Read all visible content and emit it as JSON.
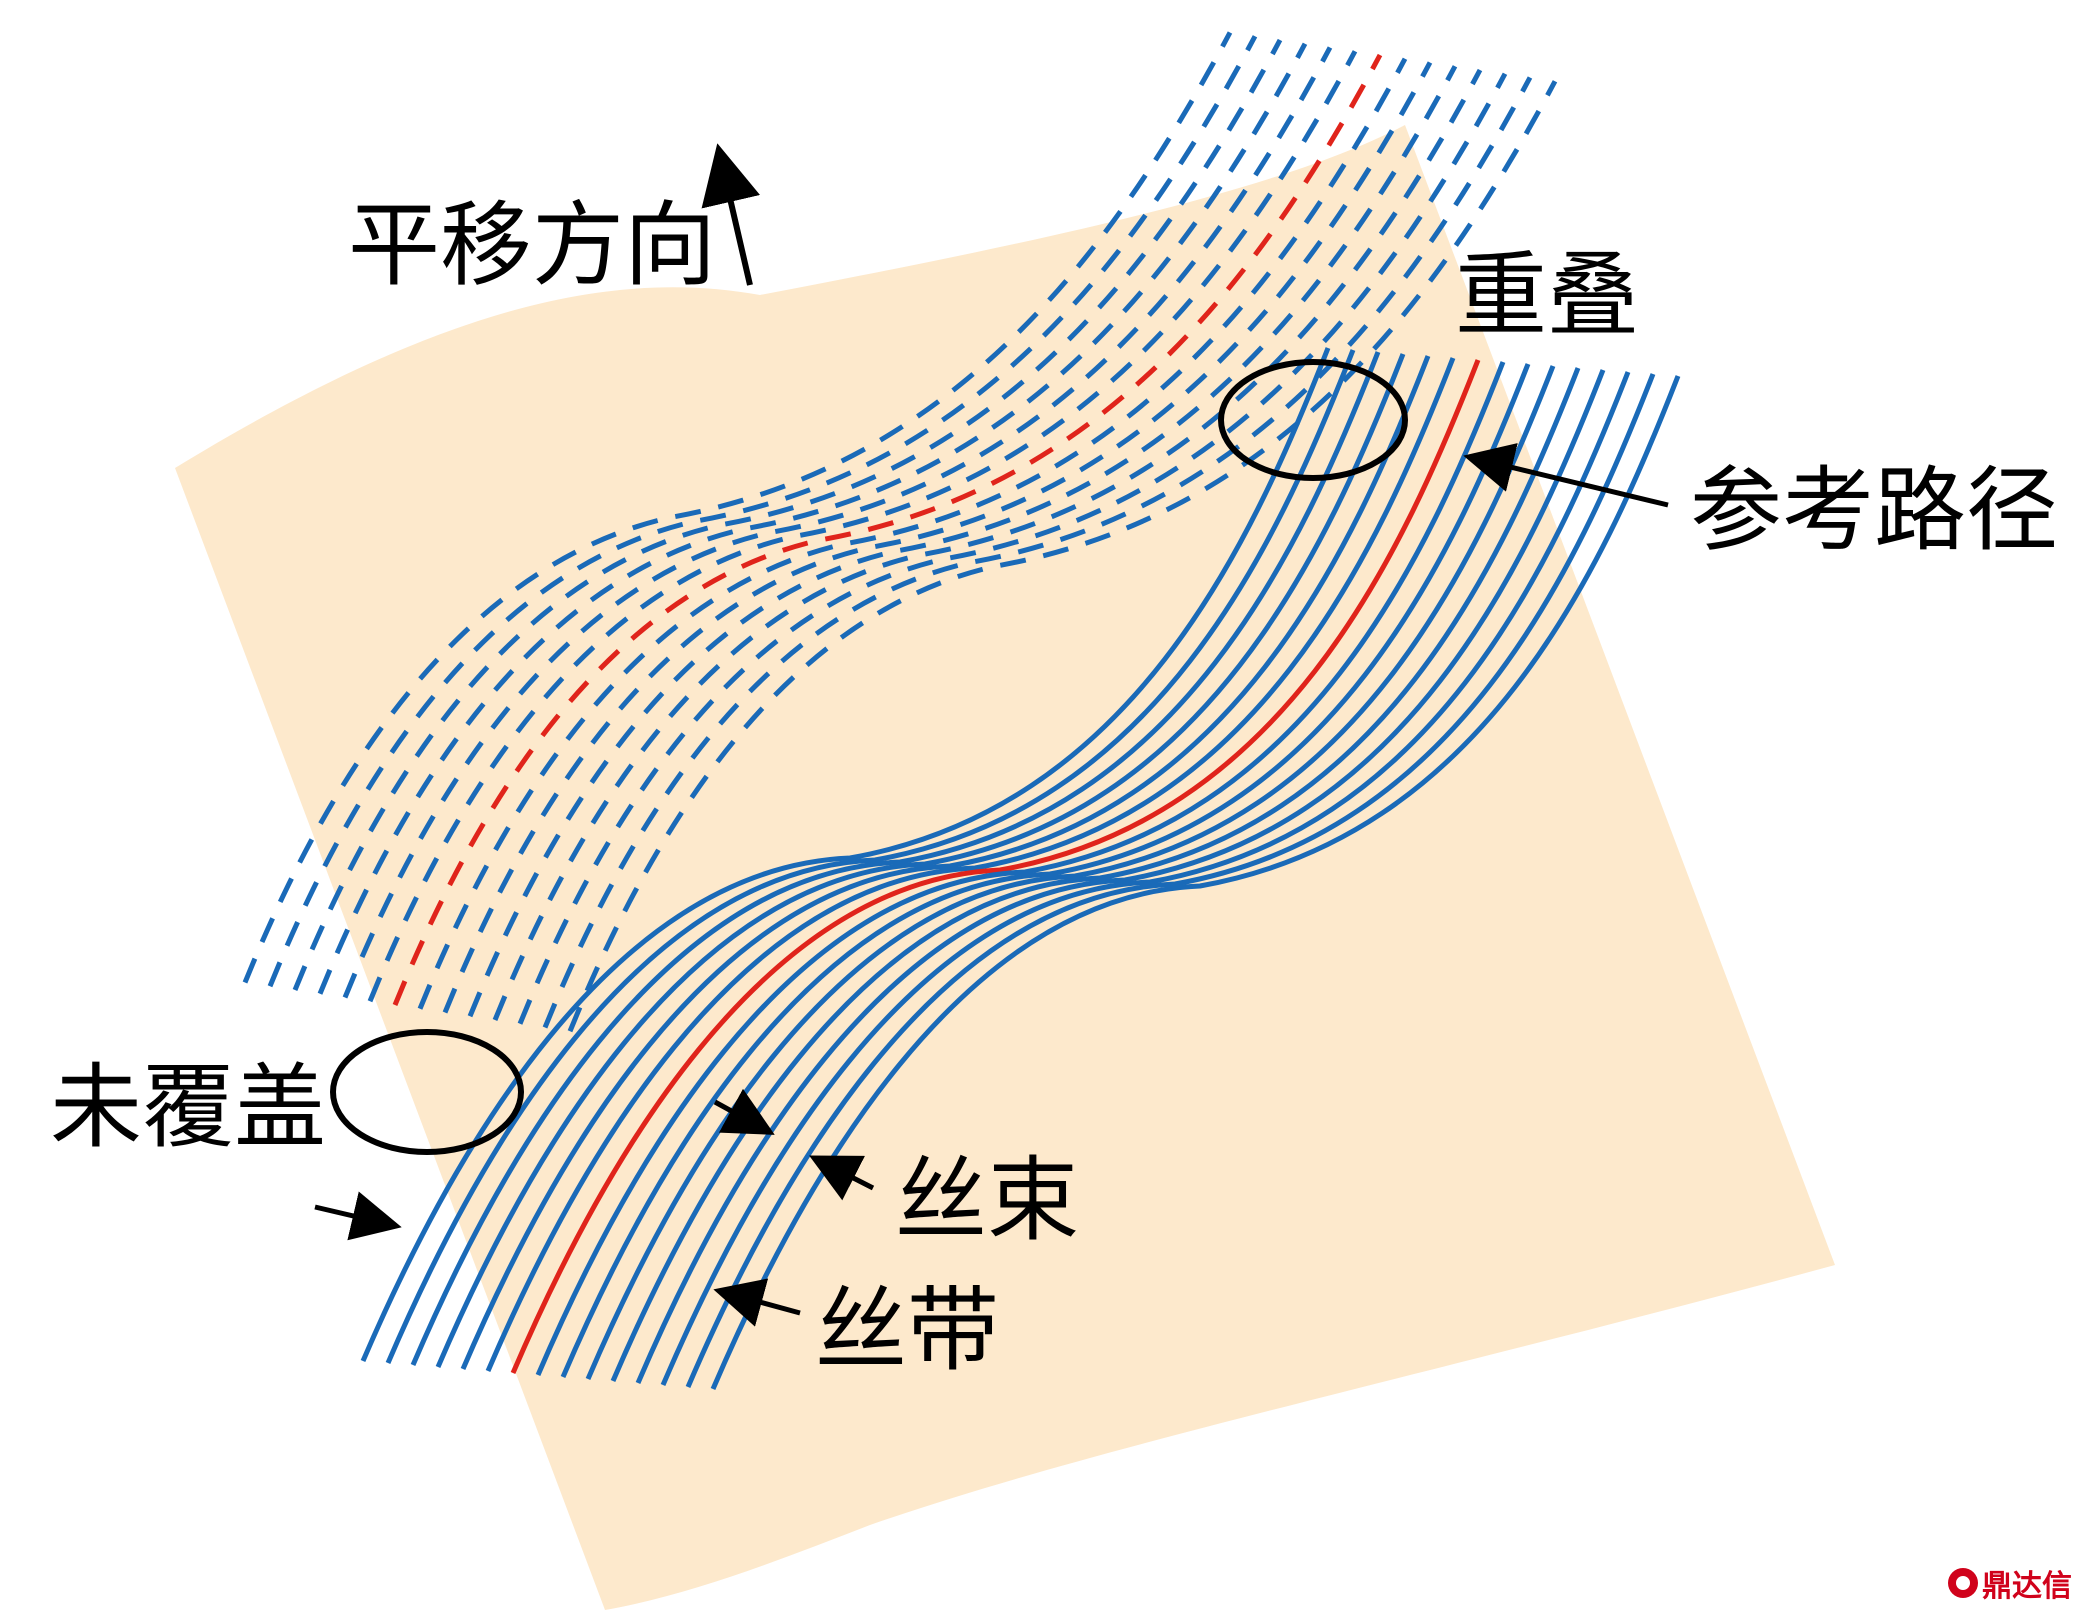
{
  "labels": {
    "translation_direction": "平移方向",
    "overlap": "重叠",
    "reference_path": "参考路径",
    "uncovered": "未覆盖",
    "tow": "丝束",
    "tape": "丝带"
  },
  "colors": {
    "surface": "#fde9cc",
    "tow_line": "#1a6ab8",
    "reference_line": "#e0241b",
    "annotation": "#000000"
  },
  "watermark": {
    "text": "鼎达信",
    "icon": "logo-icon"
  }
}
